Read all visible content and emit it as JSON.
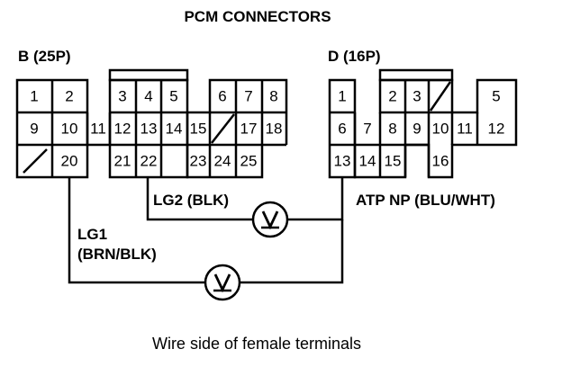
{
  "title": "PCM CONNECTORS",
  "caption": "Wire side of female terminals",
  "connector_b": {
    "label": "B (25P)",
    "terminals": [
      "1",
      "2",
      "3",
      "4",
      "5",
      "6",
      "7",
      "8",
      "9",
      "10",
      "11",
      "12",
      "13",
      "14",
      "15",
      "17",
      "18",
      "20",
      "21",
      "22",
      "23",
      "24",
      "25"
    ]
  },
  "connector_d": {
    "label": "D (16P)",
    "terminals": [
      "1",
      "2",
      "3",
      "5",
      "6",
      "7",
      "8",
      "9",
      "10",
      "11",
      "12",
      "13",
      "14",
      "15",
      "16"
    ]
  },
  "wires": {
    "lg2": "LG2 (BLK)",
    "lg1_name": "LG1",
    "lg1_color": "(BRN/BLK)",
    "atp": "ATP NP (BLU/WHT)"
  },
  "meters": [
    {
      "symbol": "V",
      "icon": "voltmeter-icon"
    },
    {
      "symbol": "V",
      "icon": "voltmeter-icon"
    }
  ]
}
